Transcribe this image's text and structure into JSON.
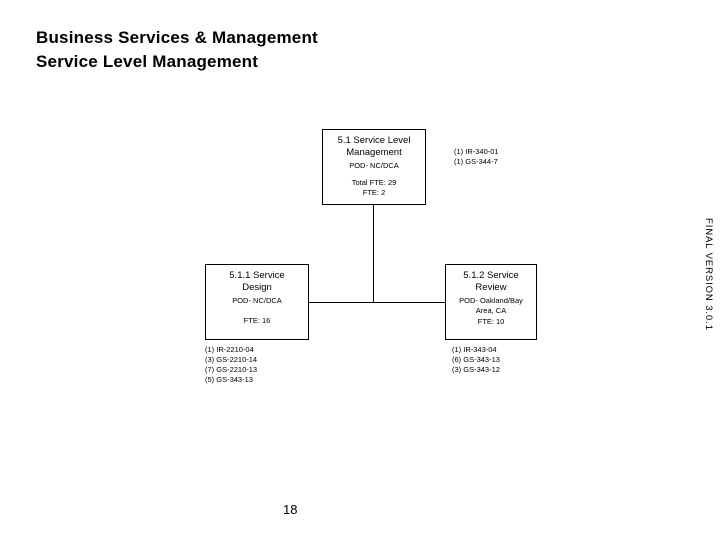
{
  "slide": {
    "title_lines": [
      "Business Services & Management",
      "Service Level Management"
    ],
    "side_version": "FINAL VERSION 3.0.1",
    "page_number": "18"
  },
  "nodes": {
    "root": {
      "id": "5.1",
      "title_line1": "5.1 Service Level",
      "title_line2": "Management",
      "location": "POD- NC/DCA",
      "total_fte": "Total FTE: 29",
      "fte": "FTE: 2",
      "annotations": [
        "(1) IR-340-01",
        "(1) GS-344-7"
      ]
    },
    "child_left": {
      "id": "5.1.1",
      "title_line1": "5.1.1 Service",
      "title_line2": "Design",
      "location": "POD- NC/DCA",
      "fte": "FTE: 16",
      "annotations": [
        "(1) IR-2210-04",
        "(3) GS-2210-14",
        "(7) GS-2210-13",
        "(5) GS-343-13"
      ]
    },
    "child_right": {
      "id": "5.1.2",
      "title_line1": "5.1.2 Service",
      "title_line2": "Review",
      "location_line1": "POD- Oakland/Bay",
      "location_line2": "Area, CA",
      "fte": "FTE: 10",
      "annotations": [
        "(1) IR-343-04",
        "(6) GS-343-13",
        "(3) GS-343-12"
      ]
    }
  }
}
